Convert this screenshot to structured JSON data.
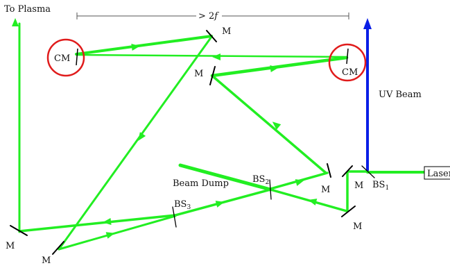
{
  "labels": {
    "to_plasma": "To Plasma",
    "dist_prefix": "> 2",
    "dist_var": "f",
    "uv_beam": "UV Beam",
    "beam_dump": "Beam Dump",
    "laser": "Laser",
    "cm": "CM",
    "m": "M",
    "bs": "BS",
    "bs1_sub": "1",
    "bs2_sub": "2",
    "bs3_sub": "3"
  },
  "colors": {
    "beam": "#22ee22",
    "uv": "#0a1ee6",
    "cm_ring": "#e01b1b",
    "optic": "#000000"
  }
}
